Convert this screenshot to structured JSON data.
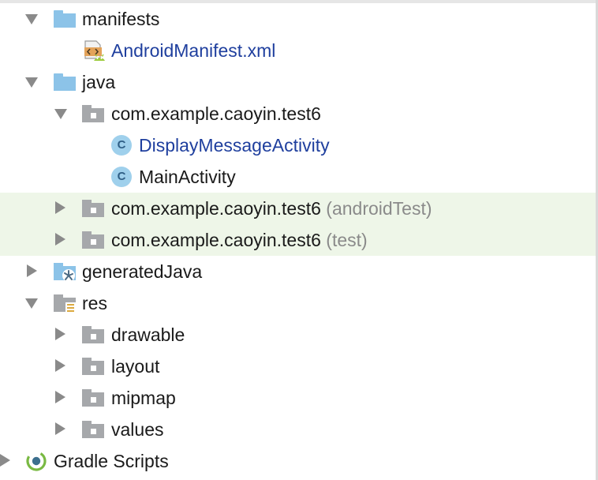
{
  "tree": {
    "manifests": {
      "label": "manifests",
      "icon": "folder-icon",
      "expanded": true
    },
    "android_manifest": {
      "label": "AndroidManifest.xml",
      "icon": "android-manifest-file-icon"
    },
    "java": {
      "label": "java",
      "icon": "folder-icon",
      "expanded": true
    },
    "pkg_main": {
      "label": "com.example.caoyin.test6",
      "icon": "package-folder-icon",
      "expanded": true
    },
    "display_message_activity": {
      "label": "DisplayMessageActivity",
      "icon": "class-c-icon",
      "icon_letter": "C"
    },
    "main_activity": {
      "label": "MainActivity",
      "icon": "class-c-icon",
      "icon_letter": "C"
    },
    "pkg_android_test": {
      "label": "com.example.caoyin.test6",
      "suffix": "(androidTest)",
      "icon": "package-folder-icon",
      "expanded": false
    },
    "pkg_test": {
      "label": "com.example.caoyin.test6",
      "suffix": "(test)",
      "icon": "package-folder-icon",
      "expanded": false
    },
    "generated_java": {
      "label": "generatedJava",
      "icon": "generated-folder-icon",
      "expanded": false
    },
    "res": {
      "label": "res",
      "icon": "resource-folder-icon",
      "expanded": true
    },
    "drawable": {
      "label": "drawable",
      "icon": "folder-icon",
      "expanded": false
    },
    "layout": {
      "label": "layout",
      "icon": "folder-icon",
      "expanded": false
    },
    "mipmap": {
      "label": "mipmap",
      "icon": "folder-icon",
      "expanded": false
    },
    "values": {
      "label": "values",
      "icon": "folder-icon",
      "expanded": false
    },
    "gradle_scripts": {
      "label": "Gradle Scripts",
      "icon": "gradle-icon",
      "expanded": false
    }
  },
  "colors": {
    "highlight_rows": "#eef6e8",
    "link_text": "#1f3f9e",
    "suffix_text": "#8a8a8a",
    "folder_blue": "#8cc3e8",
    "folder_gray": "#a6a8ab",
    "class_icon": "#9fd0ec"
  }
}
